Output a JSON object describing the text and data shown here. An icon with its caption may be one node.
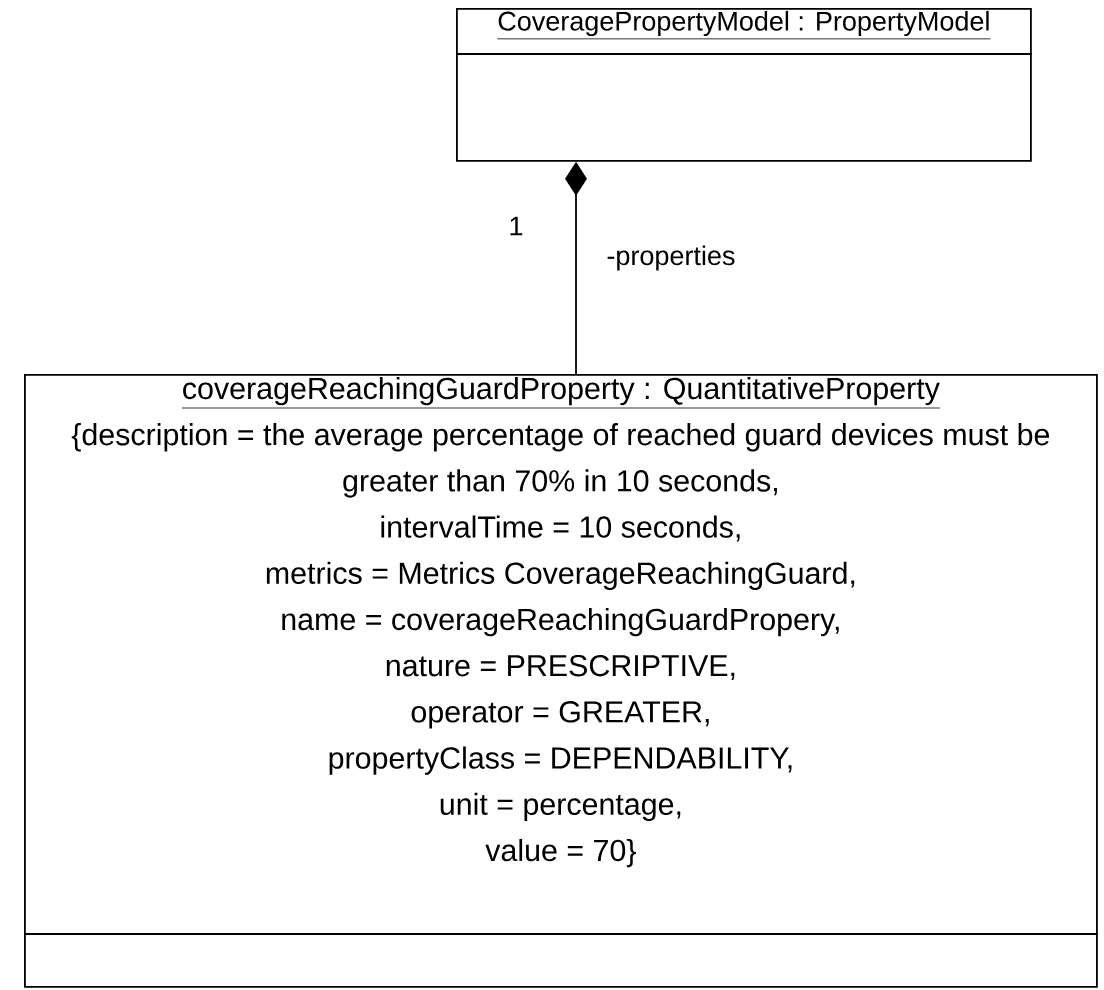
{
  "diagram": {
    "nodes": [
      {
        "text": [
          "CoveragePropertyModel : PropertyModel"
        ]
      },
      {
        "text": [
          "coverageReachingGuardProperty : QuantitativeProperty",
          "{description = the average percentage of reached guard devices must be greater than 70% in 10 seconds,",
          "intervalTime = 10 seconds,",
          "metrics = Metrics CoverageReachingGuard,",
          "name = coverageReachingGuardPropery,",
          "nature = PRESCRIPTIVE,",
          "operator = GREATER,",
          "propertyClass = DEPENDABILITY,",
          "unit = percentage,",
          "value = 70}"
        ]
      }
    ],
    "edges": [
      {
        "from": 1,
        "to": 0,
        "arrow": "other",
        "label": "-properties"
      }
    ],
    "labels": [
      "1"
    ]
  }
}
